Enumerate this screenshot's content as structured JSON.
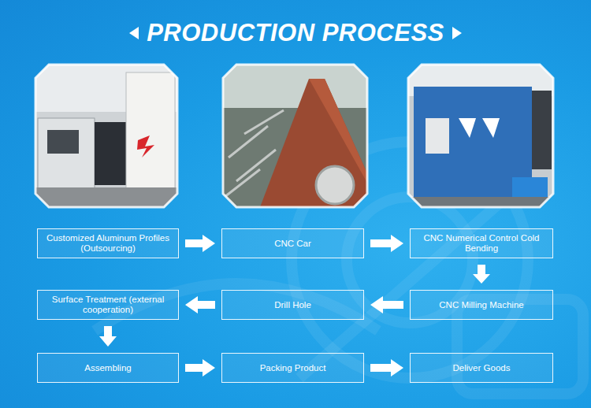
{
  "diagram": {
    "title": "PRODUCTION PROCESS",
    "nodes": [
      {
        "text": [
          "Customized Aluminum Profiles (Outsourcing)"
        ]
      },
      {
        "text": [
          "CNC Car"
        ]
      },
      {
        "text": [
          "CNC Numerical Control Cold Bending"
        ]
      },
      {
        "text": [
          "Surface Treatment (external cooperation)"
        ]
      },
      {
        "text": [
          "Drill Hole"
        ]
      },
      {
        "text": [
          "CNC Milling Machine"
        ]
      },
      {
        "text": [
          "Assembling"
        ]
      },
      {
        "text": [
          "Packing Product"
        ]
      },
      {
        "text": [
          "Deliver Goods"
        ]
      }
    ],
    "edges": [
      {
        "from": 0,
        "to": 1,
        "arrow": "to"
      },
      {
        "from": 1,
        "to": 2,
        "arrow": "to"
      },
      {
        "from": 2,
        "to": 5,
        "arrow": "to"
      },
      {
        "from": 5,
        "to": 4,
        "arrow": "to"
      },
      {
        "from": 4,
        "to": 3,
        "arrow": "to"
      },
      {
        "from": 3,
        "to": 6,
        "arrow": "to"
      },
      {
        "from": 6,
        "to": 7,
        "arrow": "to"
      },
      {
        "from": 7,
        "to": 8,
        "arrow": "to"
      }
    ]
  }
}
